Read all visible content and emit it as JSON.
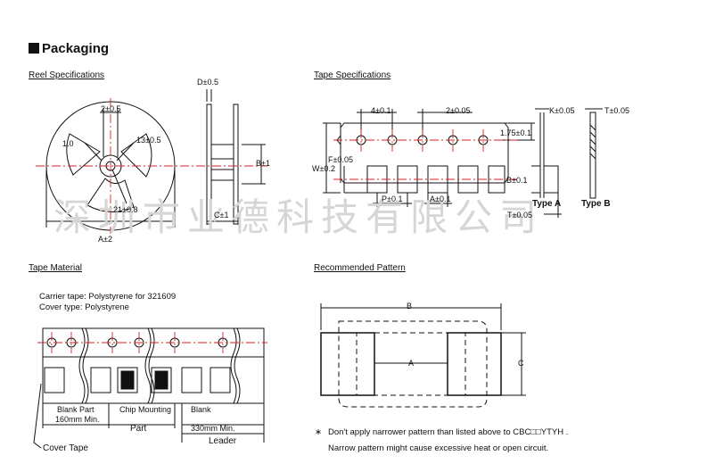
{
  "page": {
    "title": "Packaging",
    "watermark": "深圳市业德科技有限公司"
  },
  "reel": {
    "heading": "Reel Specifications",
    "labels": {
      "d": "D±0.5",
      "two": "2±0.5",
      "one": "1.0",
      "thirteen": "13±0.5",
      "twentyone": "21±0.8",
      "a": "A±2",
      "b": "B±1",
      "c": "C±1"
    }
  },
  "tape": {
    "heading": "Tape Specifications",
    "labels": {
      "four": "4±0.1",
      "two": "2±0.05",
      "k": "K±0.05",
      "t_top": "T±0.05",
      "one75": "1.75±0.1",
      "f": "F±0.05",
      "w": "W±0.2",
      "b": "B±0.1",
      "p": "P±0.1",
      "a": "A±0.1",
      "t_bottom": "T±0.05",
      "type_a": "Type A",
      "type_b": "Type B"
    }
  },
  "material": {
    "heading": "Tape Material",
    "carrier": "Carrier tape: Polystyrene for 321609",
    "cover": "Cover type: Polystyrene",
    "blank_part_label": "Blank Part",
    "chip_mounting_label": "Chip Mounting",
    "part_label": "Part",
    "blank_label": "Blank",
    "min160": "160mm Min.",
    "min330": "330mm Min.",
    "leader": "Leader",
    "cover_tape": "Cover Tape"
  },
  "pattern": {
    "heading": "Recommended Pattern",
    "labels": {
      "a": "A",
      "b": "B",
      "c": "C"
    },
    "note_line1": "Don't apply narrower pattern than listed above to CBC□□YTYH .",
    "note_line2": "Narrow pattern might cause excessive heat or open circuit.",
    "note_mark": "∗"
  },
  "colors": {
    "red": "#d42020",
    "line": "#111111",
    "watermark": "#d6d6d6"
  }
}
